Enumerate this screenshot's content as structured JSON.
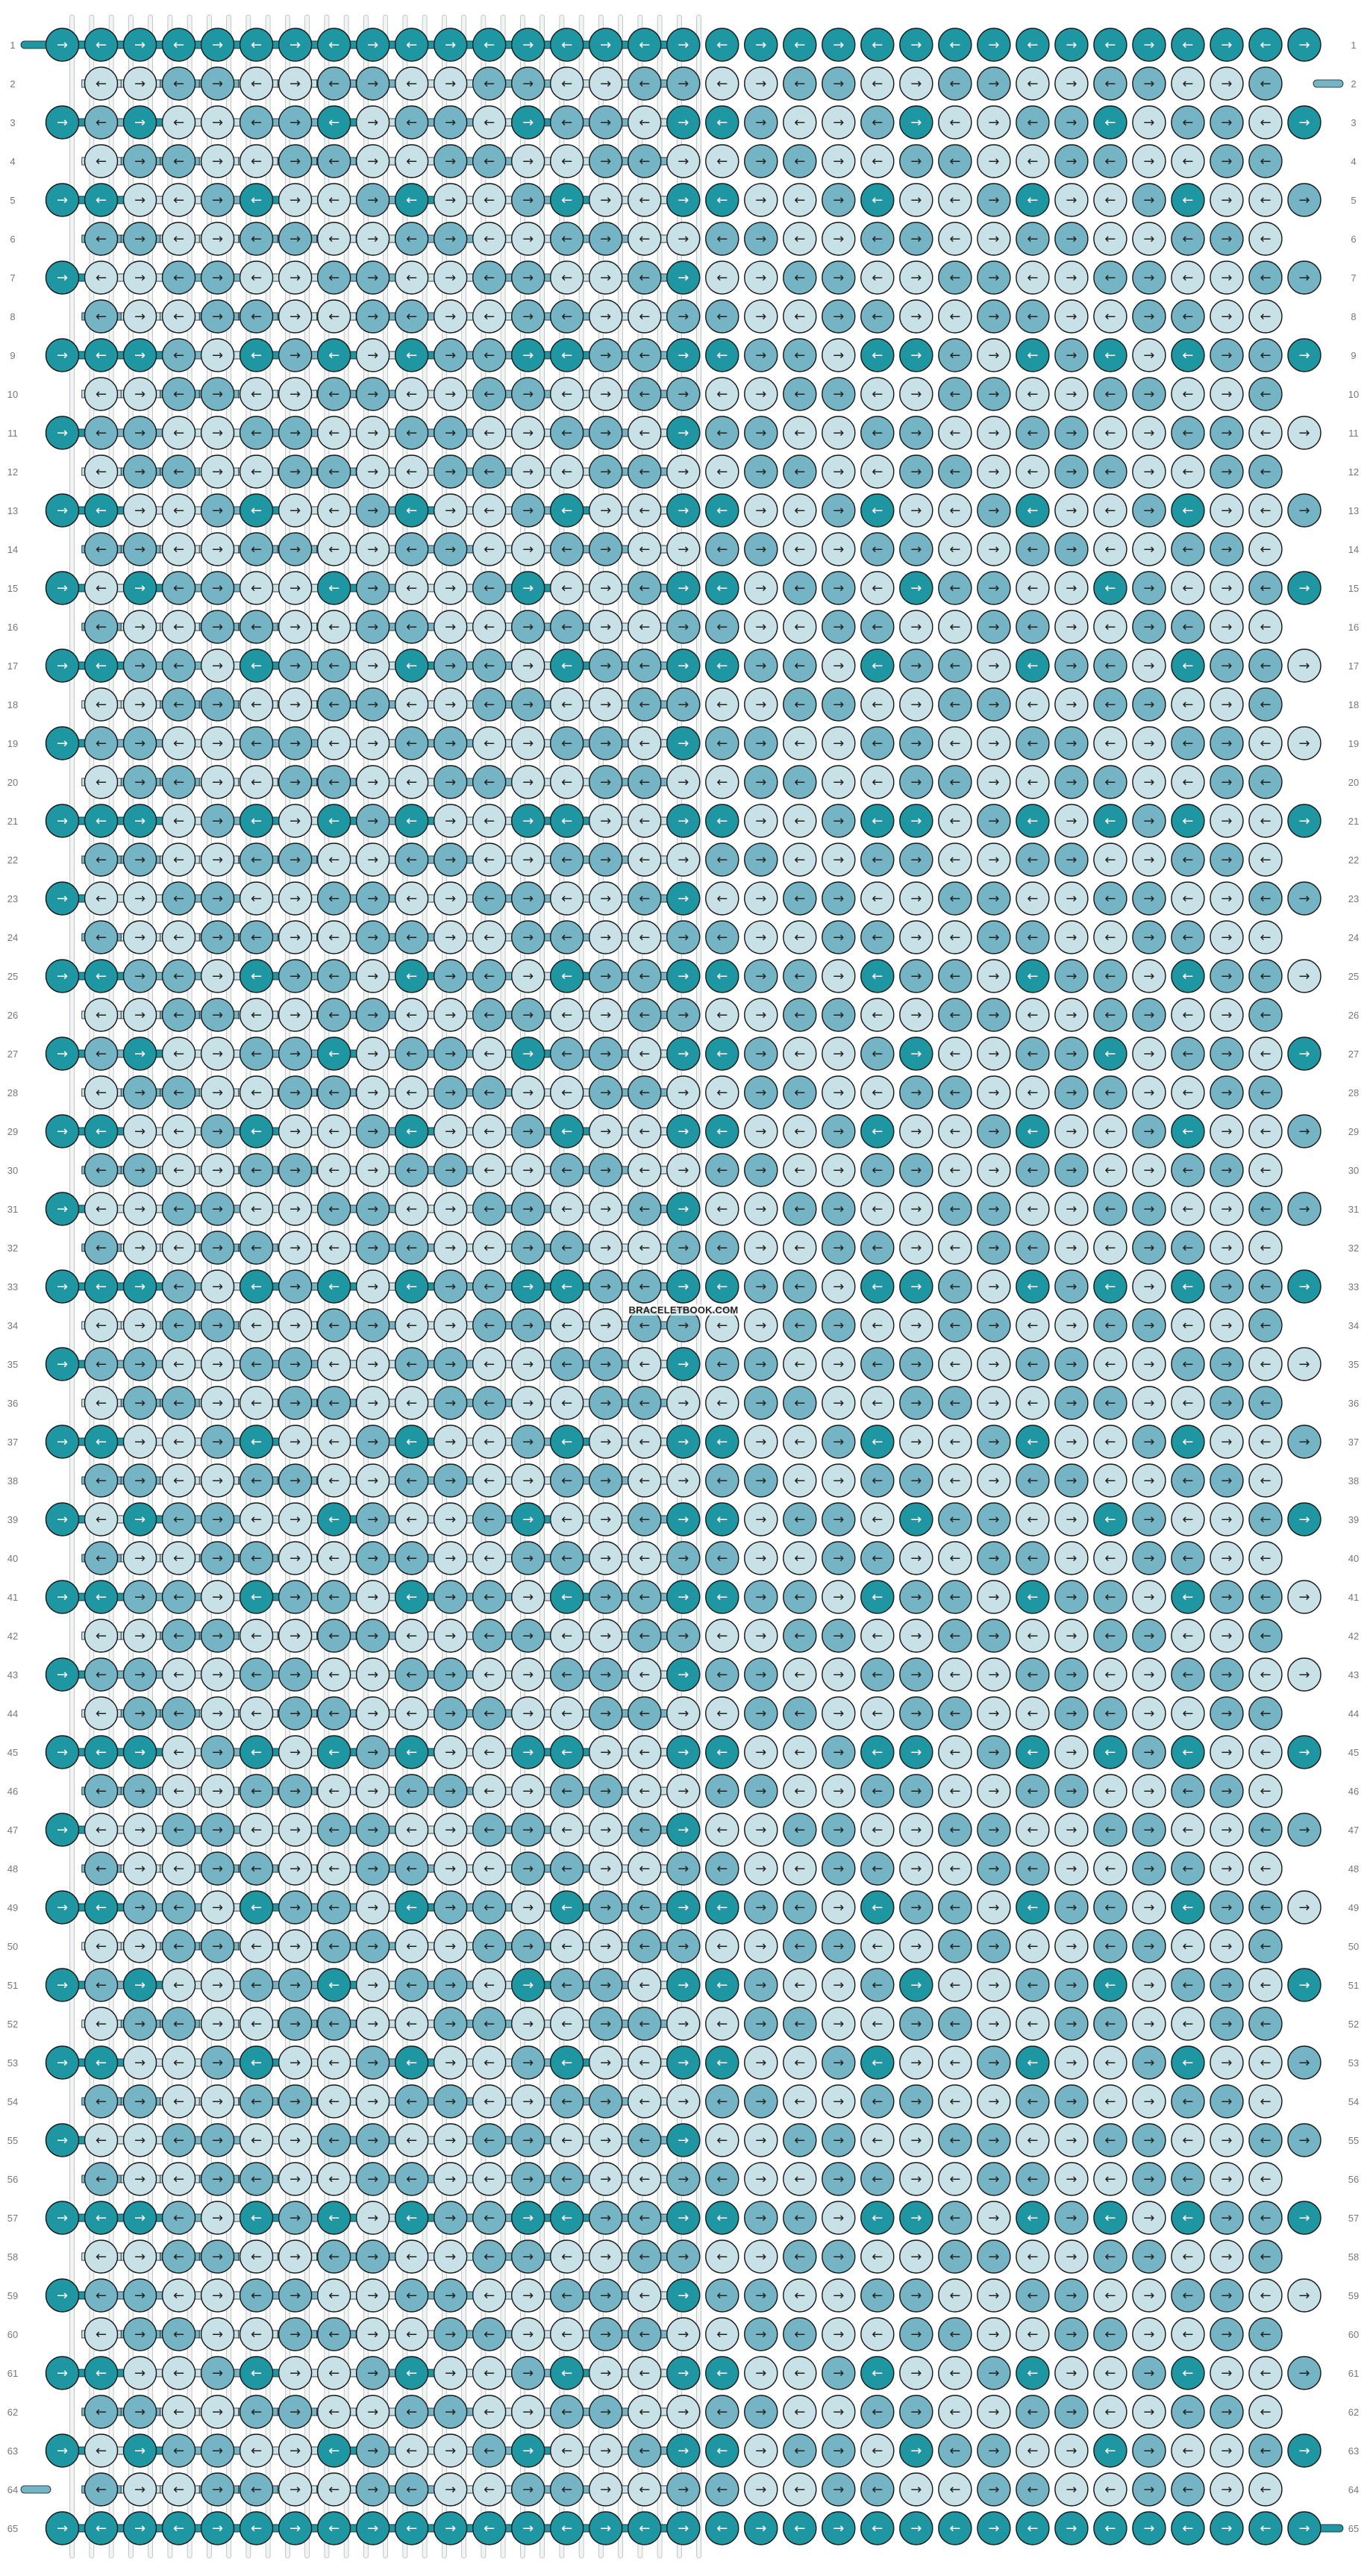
{
  "site": {
    "watermark": "BRACELETBOOK.COM"
  },
  "pattern": {
    "rows": 65,
    "strings": 34,
    "knots_per_odd_row": 17,
    "knots_per_even_row": 16,
    "row_labels_start": 1,
    "colors": {
      "dark": "#1f97a3",
      "medium": "#75b4c4",
      "light": "#c8e1e6",
      "outline": "#1a1a1a",
      "string_idle": "#f0f4f5",
      "background": "#ffffff"
    },
    "symbols": {
      "forward": "→",
      "backward": "←"
    },
    "border_color": "dark",
    "edge_side_color": "light",
    "field_colors": [
      "light",
      "medium"
    ]
  }
}
